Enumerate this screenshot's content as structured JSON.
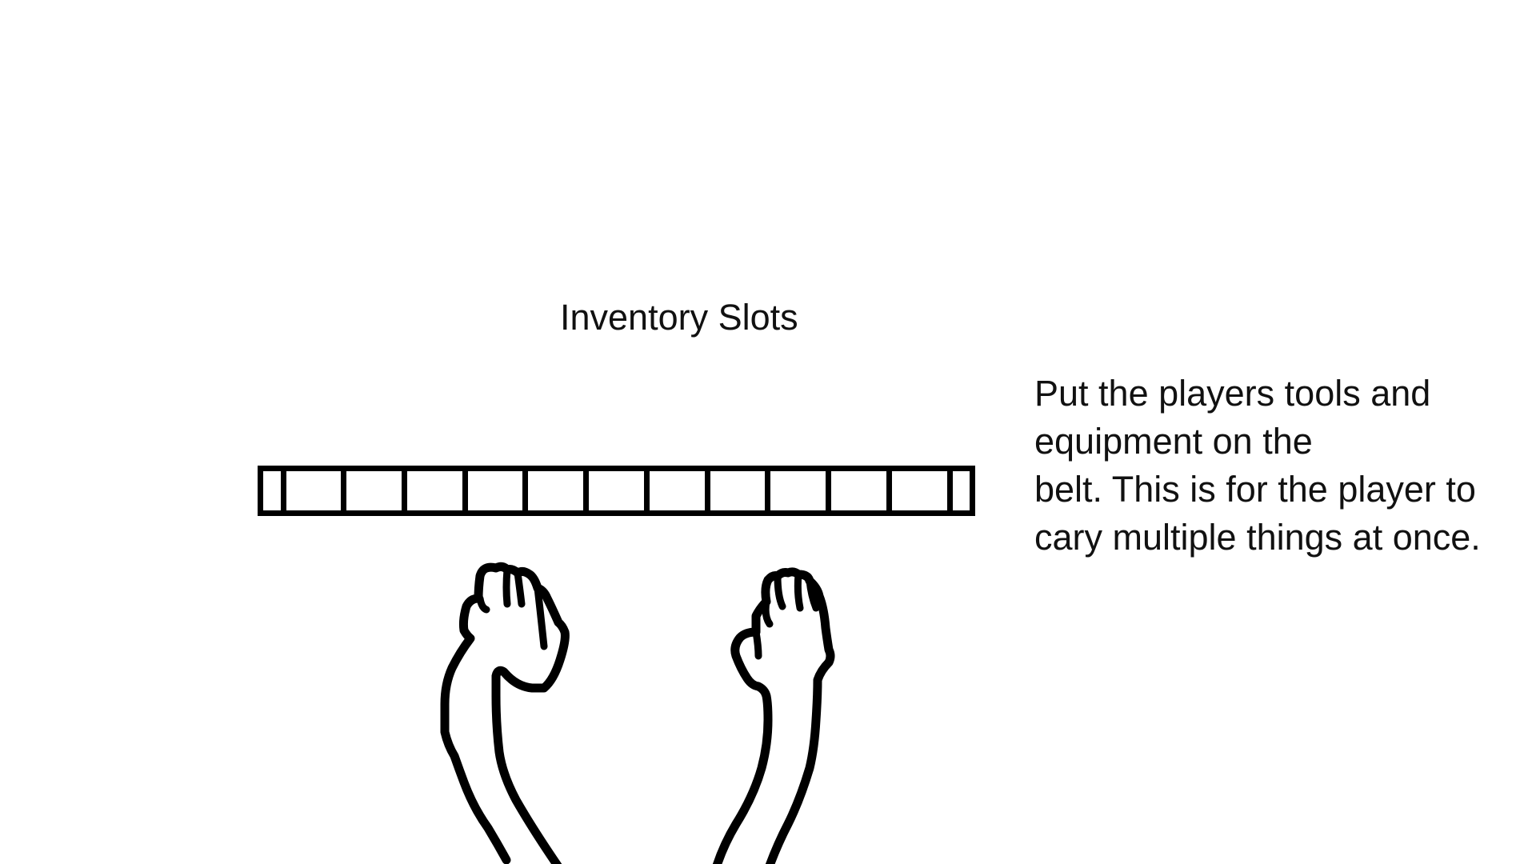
{
  "hud": {
    "title": "Inventory Slots",
    "note_line_1": "Put the players tools and equipment on the",
    "note_line_2": "belt. This is for the player to cary multiple things at once."
  },
  "belt": {
    "slot_count": 13,
    "icon": "inventory-belt"
  },
  "colors": {
    "background": "#ffffff",
    "ink": "#000000"
  }
}
